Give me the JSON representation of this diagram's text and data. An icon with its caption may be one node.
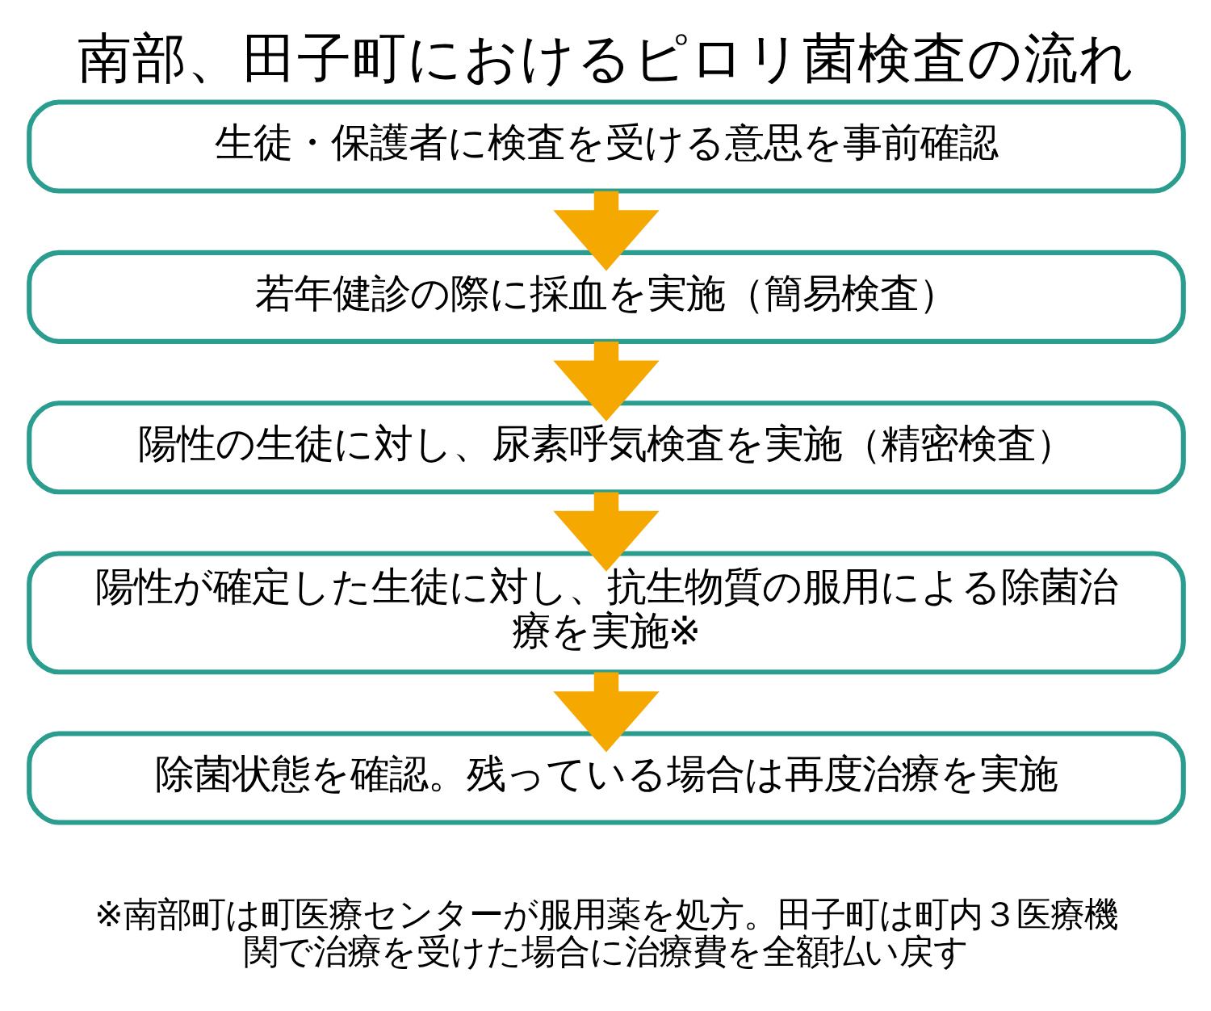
{
  "diagram": {
    "title": "南部、田子町におけるピロリ菌検査の流れ",
    "nodes": [
      {
        "text": [
          "生徒・保護者に検査を受ける意思を事前確認"
        ]
      },
      {
        "text": [
          "若年健診の際に採血を実施（簡易検査）"
        ]
      },
      {
        "text": [
          "陽性の生徒に対し、尿素呼気検査を実施（精密検査）"
        ]
      },
      {
        "text": [
          "陽性が確定した生徒に対し、抗生物質の服用による除菌治療を実施※"
        ]
      },
      {
        "text": [
          "除菌状態を確認。残っている場合は再度治療を実施"
        ]
      }
    ],
    "edges": [
      {
        "from": 0,
        "to": 1,
        "arrow": "to"
      },
      {
        "from": 1,
        "to": 2,
        "arrow": "to"
      },
      {
        "from": 2,
        "to": 3,
        "arrow": "to"
      },
      {
        "from": 3,
        "to": 4,
        "arrow": "to"
      }
    ],
    "labels": [
      "※南部町は町医療センターが服用薬を処方。田子町は町内３医療機関で治療を受けた場合に治療費を全額払い戻す"
    ]
  }
}
